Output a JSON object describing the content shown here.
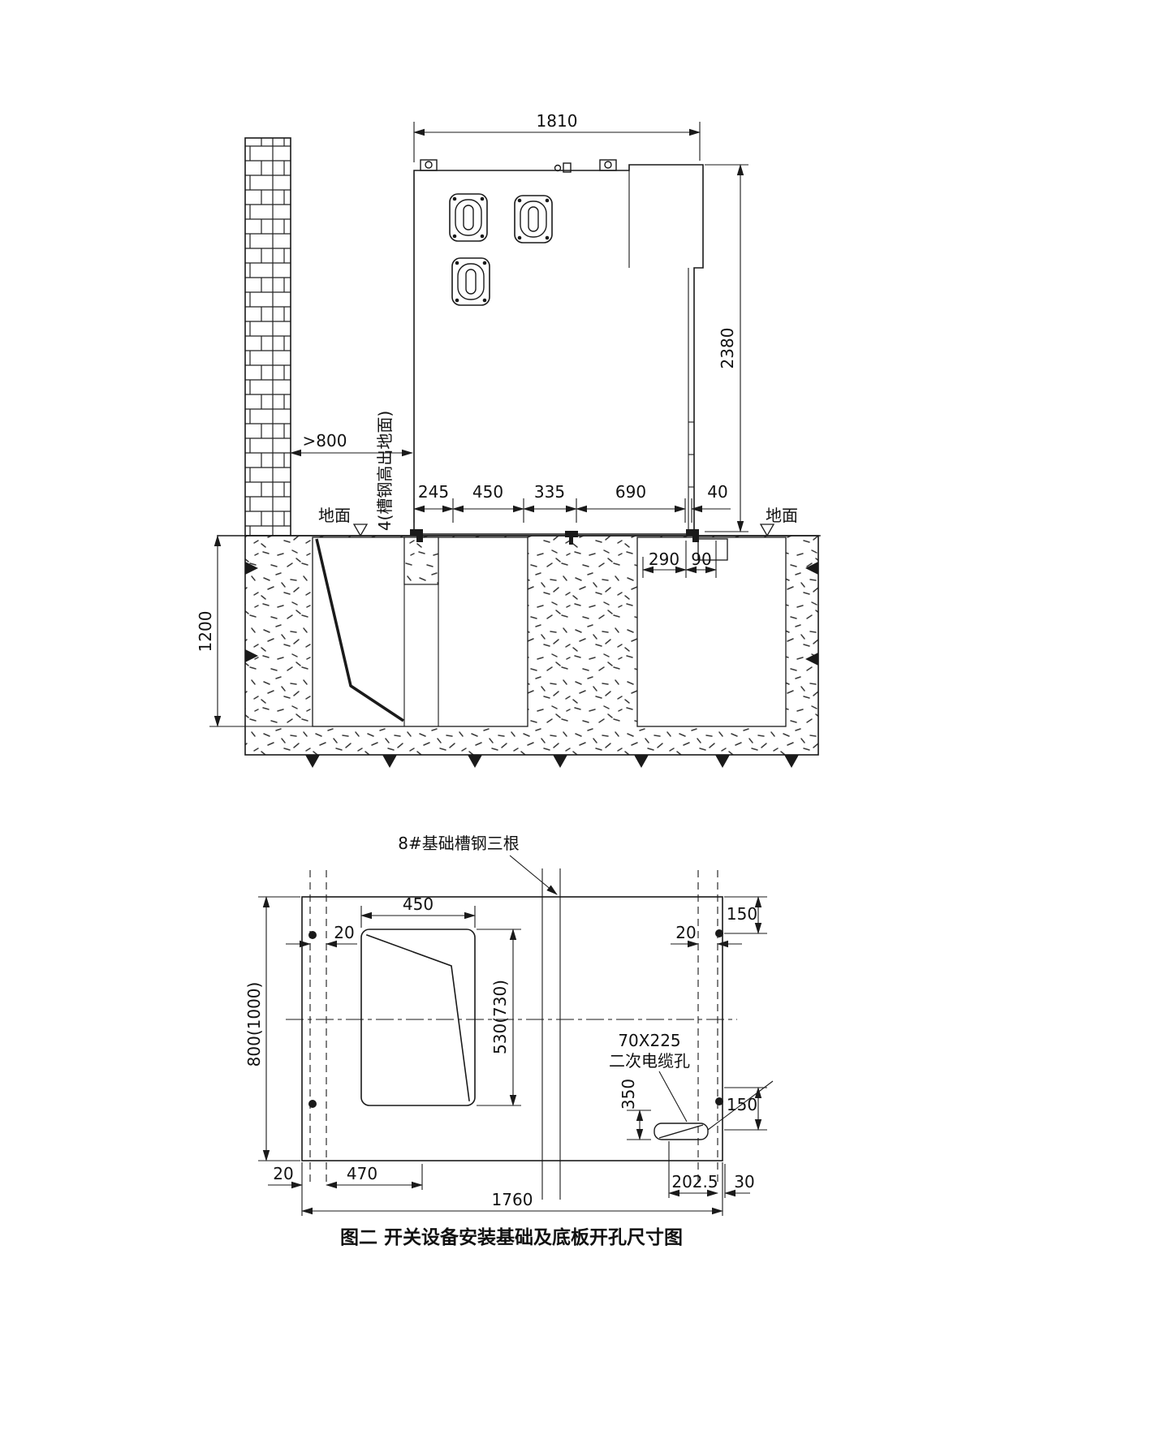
{
  "colors": {
    "ink": "#1a1a1a",
    "background": "#ffffff"
  },
  "elevation": {
    "dim_width": "1810",
    "dim_height": "2380",
    "wall_gap": ">800",
    "channel_height_note": "4(槽钢高出地面)",
    "ground_left": "地面",
    "ground_right": "地面",
    "bottom_segments": [
      "245",
      "450",
      "335",
      "690",
      "40"
    ],
    "pit_depth": "1200",
    "dim_290": "290",
    "dim_90": "90"
  },
  "plan": {
    "channel_steel_label": "8#基础槽钢三根",
    "opening_width": "450",
    "opening_height": "530(730)",
    "edge_20_left": "20",
    "edge_20_right": "20",
    "corner_150_top": "150",
    "corner_150_bottom": "150",
    "plate_depth": "800(1000)",
    "cable_hole_size": "70X225",
    "cable_hole_name": "二次电缆孔",
    "cable_hole_offset": "350",
    "bottom_20": "20",
    "bottom_470": "470",
    "bottom_202_5": "202.5",
    "bottom_30": "30",
    "plate_width": "1760"
  },
  "caption": "图二 开关设备安装基础及底板开孔尺寸图"
}
